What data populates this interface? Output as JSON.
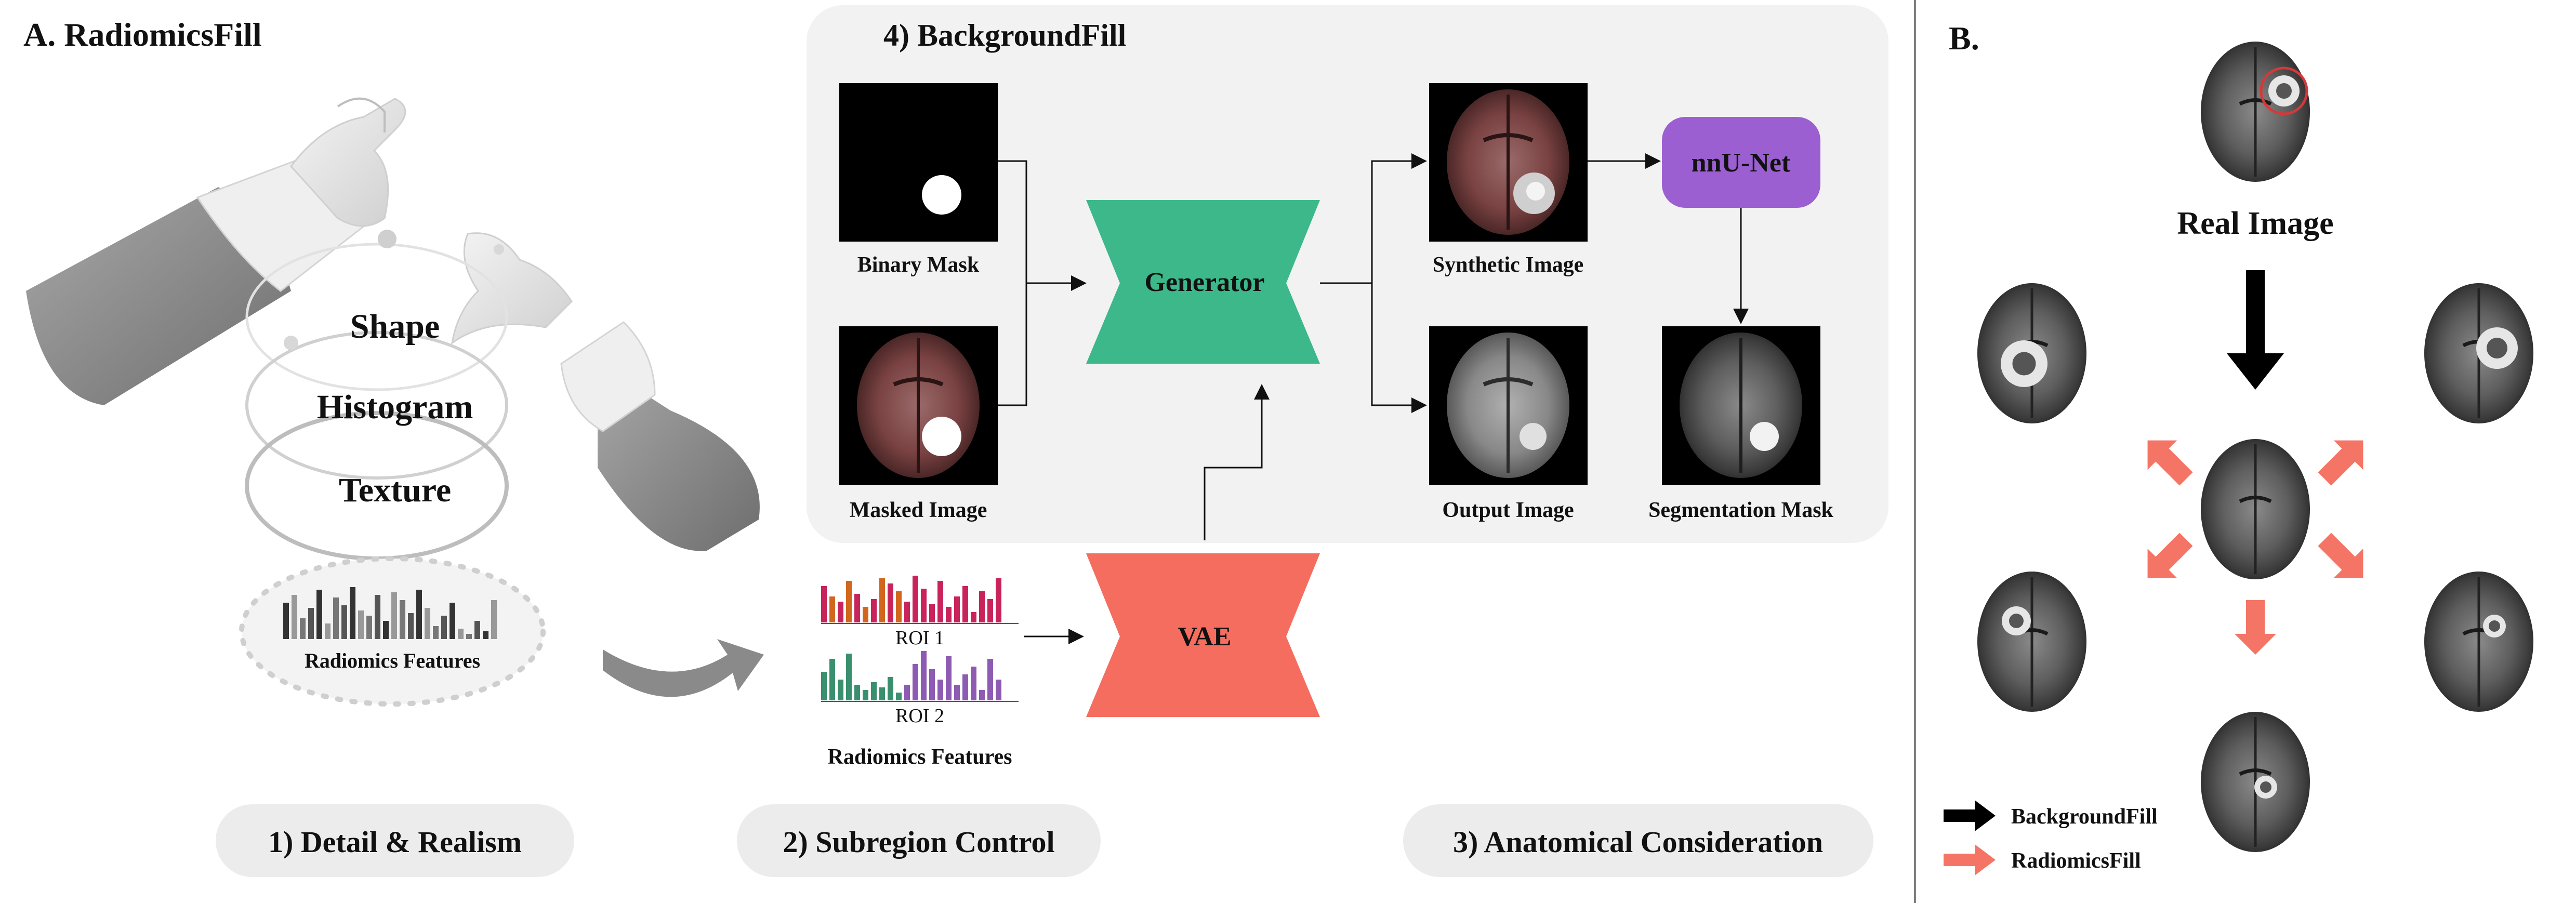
{
  "panel_a": {
    "title": "A. RadiomicsFill",
    "feature_layers": [
      "Shape",
      "Histogram",
      "Texture"
    ],
    "radiomics_label": "Radiomics Features",
    "pills": [
      "1) Detail & Realism",
      "2) Subregion Control",
      "3) Anatomical Consideration"
    ]
  },
  "background_fill": {
    "title": "4) BackgroundFill",
    "binary_mask": "Binary Mask",
    "masked_image": "Masked Image",
    "generator": "Generator",
    "synthetic_image": "Synthetic Image",
    "output_image": "Output Image",
    "nnunet": "nnU-Net",
    "segmentation_mask": "Segmentation Mask"
  },
  "subregion": {
    "roi1": "ROI 1",
    "roi2": "ROI 2",
    "features_label": "Radiomics Features",
    "vae": "VAE"
  },
  "panel_b": {
    "title": "B.",
    "real_image": "Real Image",
    "legend": [
      {
        "label": "BackgroundFill",
        "color": "#000000"
      },
      {
        "label": "RadiomicsFill",
        "color": "#f47565"
      }
    ]
  },
  "colors": {
    "generator": "#3cb88a",
    "vae": "#f56d5f",
    "nnunet": "#9b5fd2",
    "box_bg": "#f2f2f2",
    "pill_bg": "#ececec",
    "roi1_a": "#d2661d",
    "roi1_b": "#c9235c",
    "roi2_a": "#3a8f6f",
    "roi2_b": "#8e5bb3",
    "radiomics_arrow": "#f47565"
  }
}
